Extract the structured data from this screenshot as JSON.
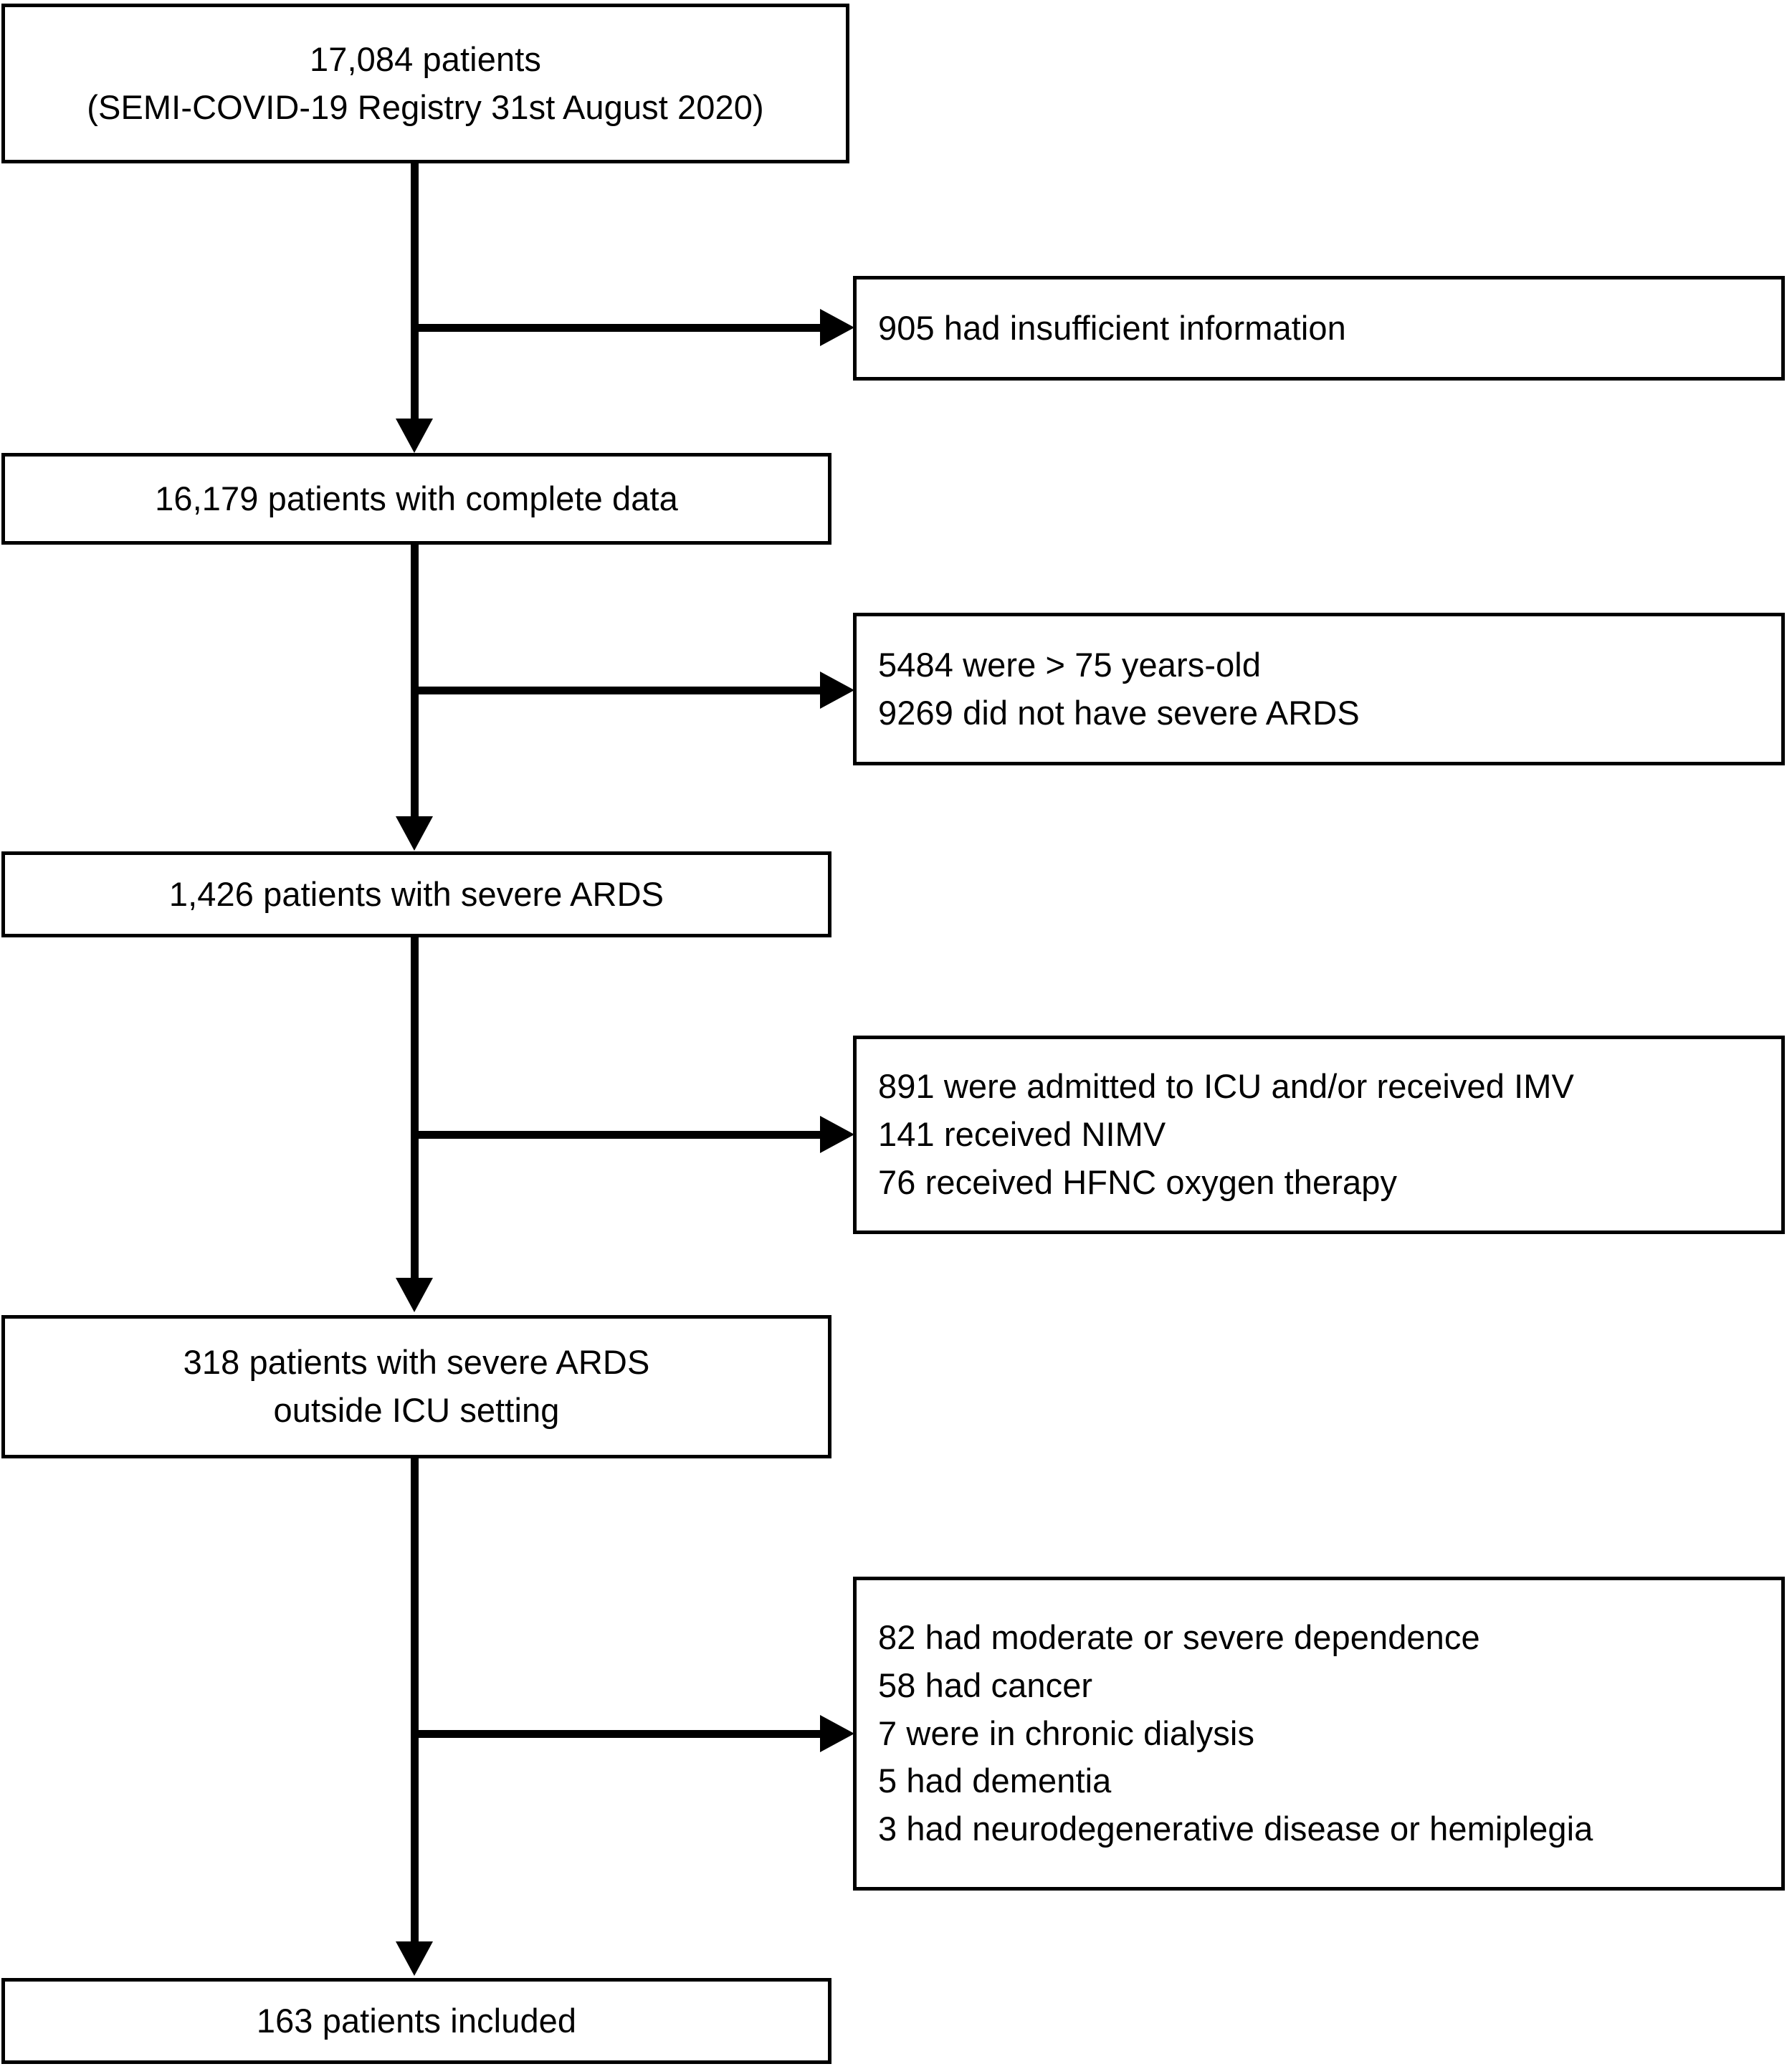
{
  "figure": {
    "type": "flowchart",
    "title": "Patient selection flow diagram",
    "colors": {
      "stroke": "#000000",
      "fill": "#ffffff",
      "text": "#000000"
    }
  },
  "main_nodes": [
    {
      "id": "node-total-registry",
      "lines": [
        "17,084 patients",
        "(SEMI-COVID-19 Registry 31st August 2020)"
      ]
    },
    {
      "id": "node-complete-data",
      "lines": [
        "16,179 patients with complete data"
      ]
    },
    {
      "id": "node-severe-ards",
      "lines": [
        "1,426 patients with severe ARDS"
      ]
    },
    {
      "id": "node-outside-icu",
      "lines": [
        "318 patients with severe ARDS",
        "outside ICU setting"
      ]
    },
    {
      "id": "node-included",
      "lines": [
        "163 patients included"
      ]
    }
  ],
  "exclusion_nodes": [
    {
      "id": "exclusion-insufficient-information",
      "lines": [
        "905 had insufficient information"
      ]
    },
    {
      "id": "exclusion-age-and-severity",
      "lines": [
        "5484 were > 75 years-old",
        "9269 did not have severe ARDS"
      ]
    },
    {
      "id": "exclusion-icu-imv-nimv-hfnc",
      "lines": [
        "891 were admitted to ICU and/or received IMV",
        "141 received NIMV",
        "76 received HFNC oxygen therapy"
      ]
    },
    {
      "id": "exclusion-comorbidities",
      "lines": [
        "82 had moderate or severe dependence",
        "58 had cancer",
        "7 were in chronic dialysis",
        "5 had dementia",
        "3 had neurodegenerative disease or hemiplegia"
      ]
    }
  ]
}
